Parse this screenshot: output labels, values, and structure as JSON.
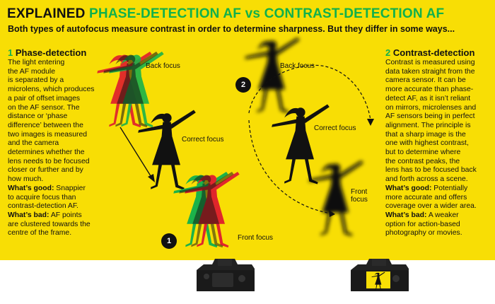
{
  "title": {
    "prefix": "EXPLAINED",
    "main": "PHASE-DETECTION AF vs CONTRAST-DETECTION AF"
  },
  "subtitle": "Both types of autofocus measure contrast in order to determine sharpness. But they differ in some ways...",
  "phase": {
    "number": "1",
    "heading": "Phase-detection",
    "lines": [
      "The light entering",
      "the AF module",
      "is separated by a",
      "microlens, which produces",
      "a pair of offset images",
      "on the AF sensor. The",
      "distance or ‘phase",
      "difference’ between the",
      "two images is measured",
      "and the camera",
      "determines whether the",
      "lens needs to be focused",
      "closer or further and by",
      "how much."
    ],
    "good_label": "What’s good:",
    "good_lines": [
      " Snappier",
      "to acquire focus than",
      "contrast-detection AF."
    ],
    "bad_label": "What’s bad:",
    "bad_lines": [
      " AF points",
      "are clustered towards the",
      "centre of the frame."
    ]
  },
  "contrast": {
    "number": "2",
    "heading": "Contrast-detection",
    "lines": [
      "Contrast is measured using",
      "data taken straight from the",
      "camera sensor. It can be",
      "more accurate than phase-",
      "detect AF, as it isn’t reliant",
      "on mirrors, microlenses and",
      "AF sensors being in perfect",
      "alignment. The principle is",
      "that a sharp image is the",
      "one with highest contrast,",
      "but to determine where",
      "the contrast peaks, the",
      "lens has to be focused back",
      "and forth across a scene."
    ],
    "good_label": "What’s good:",
    "good_lines": [
      " Potentially",
      "more accurate and offers",
      "coverage over a wider area."
    ],
    "bad_label": "What’s bad:",
    "bad_lines": [
      " A weaker",
      "option for action-based",
      "photography or movies."
    ]
  },
  "figure_labels": {
    "back_focus_1": "Back focus",
    "correct_focus_1": "Correct focus",
    "front_focus_1": "Front focus",
    "back_focus_2": "Back focus",
    "correct_focus_2": "Correct focus",
    "front_focus_2a": "Front",
    "front_focus_2b": "focus"
  },
  "badges": {
    "one": "1",
    "two": "2"
  },
  "colors": {
    "background": "#f8de05",
    "accent_green": "#10b04c",
    "ghost_red": "#e0262b",
    "ghost_green": "#1bb24a",
    "text": "#111111"
  },
  "icons": {
    "dancer": "dancer-silhouette-icon",
    "camera": "dslr-camera-icon"
  }
}
